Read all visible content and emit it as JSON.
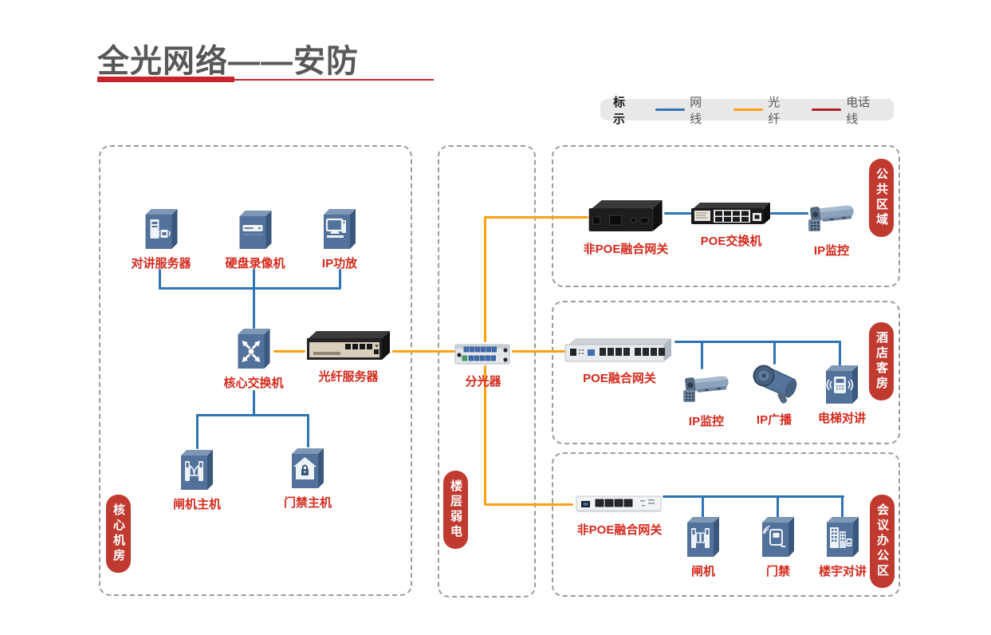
{
  "title": "全光网络——安防",
  "legend": {
    "label": "标示",
    "items": [
      {
        "name": "网线",
        "type": "net"
      },
      {
        "name": "光纤",
        "type": "fiber"
      },
      {
        "name": "电话线",
        "type": "phone"
      }
    ]
  },
  "zones": {
    "core_room": "核心机房",
    "floor_weak": "楼层弱电",
    "public_area": "公共区域",
    "hotel_rooms": "酒店客房",
    "meeting_office": "会议办公区"
  },
  "nodes": {
    "intercom_server": "对讲服务器",
    "dvr": "硬盘录像机",
    "ip_amplifier": "IP功放",
    "core_switch": "核心交换机",
    "fiber_server": "光纤服务器",
    "gate_host": "闸机主机",
    "access_host": "门禁主机",
    "splitter": "分光器",
    "public_non_poe_gateway": "非POE融合网关",
    "poe_switch": "POE交换机",
    "public_ip_camera": "IP监控",
    "poe_gateway": "POE融合网关",
    "hotel_ip_camera": "IP监控",
    "ip_broadcast": "IP广播",
    "elevator_intercom": "电梯对讲",
    "meeting_non_poe_gateway": "非POE融合网关",
    "gate": "闸机",
    "access_control": "门禁",
    "building_intercom": "楼宇对讲"
  },
  "colors": {
    "net_line": "#2E74B5",
    "fiber_line": "#FFA013",
    "phone_line": "#B01E28",
    "tag_bg": "#C13A30",
    "label_red": "#D5281B",
    "title_text": "#595757",
    "title_rule": "#C9242B"
  }
}
